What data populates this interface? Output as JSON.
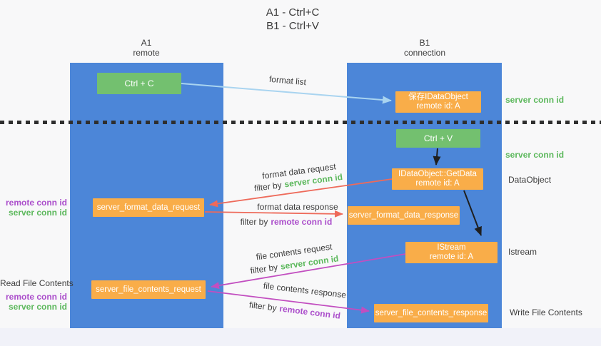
{
  "title": {
    "line1": "A1 - Ctrl+C",
    "line2": "B1 - Ctrl+V"
  },
  "lanes": {
    "a": {
      "name": "A1",
      "subtitle": "remote"
    },
    "b": {
      "name": "B1",
      "subtitle": "connection"
    }
  },
  "nodes": {
    "ctrl_c": {
      "label": "Ctrl + C"
    },
    "ctrl_v": {
      "label": "Ctrl + V"
    },
    "save_dataobject": {
      "line1": "保存IDataObject",
      "line2": "remote id: A"
    },
    "getdata": {
      "line1": "IDataObject::GetData",
      "line2": "remote id: A"
    },
    "istream": {
      "line1": "IStream",
      "line2": "remote id: A"
    },
    "server_format_data_request": {
      "label": "server_format_data_request"
    },
    "server_format_data_response": {
      "label": "server_format_data_response"
    },
    "server_file_contents_request": {
      "label": "server_file_contents_request"
    },
    "server_file_contents_response": {
      "label": "server_file_contents_response"
    }
  },
  "flow_labels": {
    "format_list": "format list",
    "format_data_request": "format data request",
    "format_data_response": "format data response",
    "file_contents_request": "file contents request",
    "file_contents_response": "file contents response",
    "filter_by": "filter by",
    "server_conn_id": "server conn id",
    "remote_conn_id": "remote conn id"
  },
  "annotations": {
    "server_conn_id_top": "server conn id",
    "server_conn_id_mid": "server conn id",
    "dataobject": "DataObject",
    "istream": "Istream",
    "write_file_contents": "Write File Contents",
    "read_file_contents": "Read File Contents",
    "remote_conn_id": "remote conn id",
    "server_conn_id": "server conn id"
  },
  "colors": {
    "lane-blue": "#4c86d8",
    "box-green": "#73c06f",
    "box-orange": "#f9ad49",
    "arrow-red": "#ee6a5a",
    "arrow-magenta": "#c24ec0",
    "arrow-blue": "#a9d4f0",
    "arrow-black": "#1f1f1f",
    "text-green": "#5cb85c",
    "text-purple": "#ab4ecb",
    "text-dark": "#3d3d3d"
  }
}
